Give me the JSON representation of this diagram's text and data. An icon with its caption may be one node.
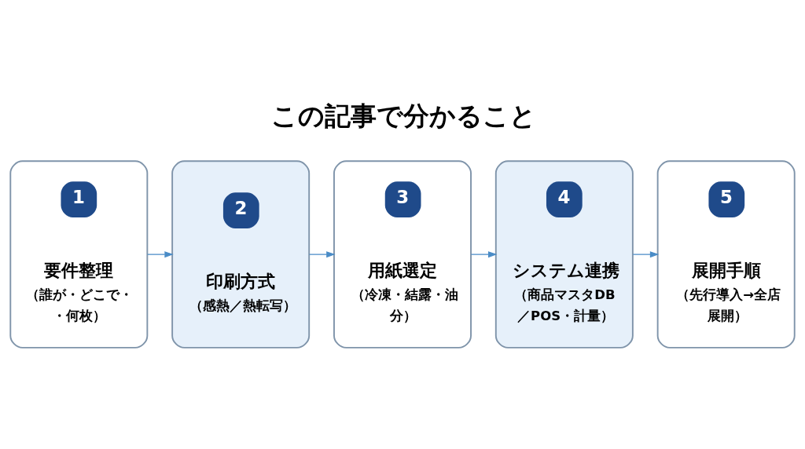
{
  "diagram": {
    "title": "この記事で分かること",
    "nodes": [
      {
        "text": [
          "1",
          "要件整理",
          "（誰が・どこで・・何枚）"
        ]
      },
      {
        "text": [
          "2",
          "印刷方式",
          "（感熱／熱転写）"
        ]
      },
      {
        "text": [
          "3",
          "用紙選定",
          "（冷凍・結露・油分）"
        ]
      },
      {
        "text": [
          "4",
          "システム連携",
          "（商品マスタDB／POS・計量）"
        ]
      },
      {
        "text": [
          "5",
          "展開手順",
          "（先行導入→全店展開）"
        ]
      }
    ],
    "edges": [
      {
        "from": 0,
        "to": 1,
        "arrow": "to"
      },
      {
        "from": 1,
        "to": 2,
        "arrow": "to"
      },
      {
        "from": 2,
        "to": 3,
        "arrow": "to"
      },
      {
        "from": 3,
        "to": 4,
        "arrow": "to"
      }
    ]
  }
}
